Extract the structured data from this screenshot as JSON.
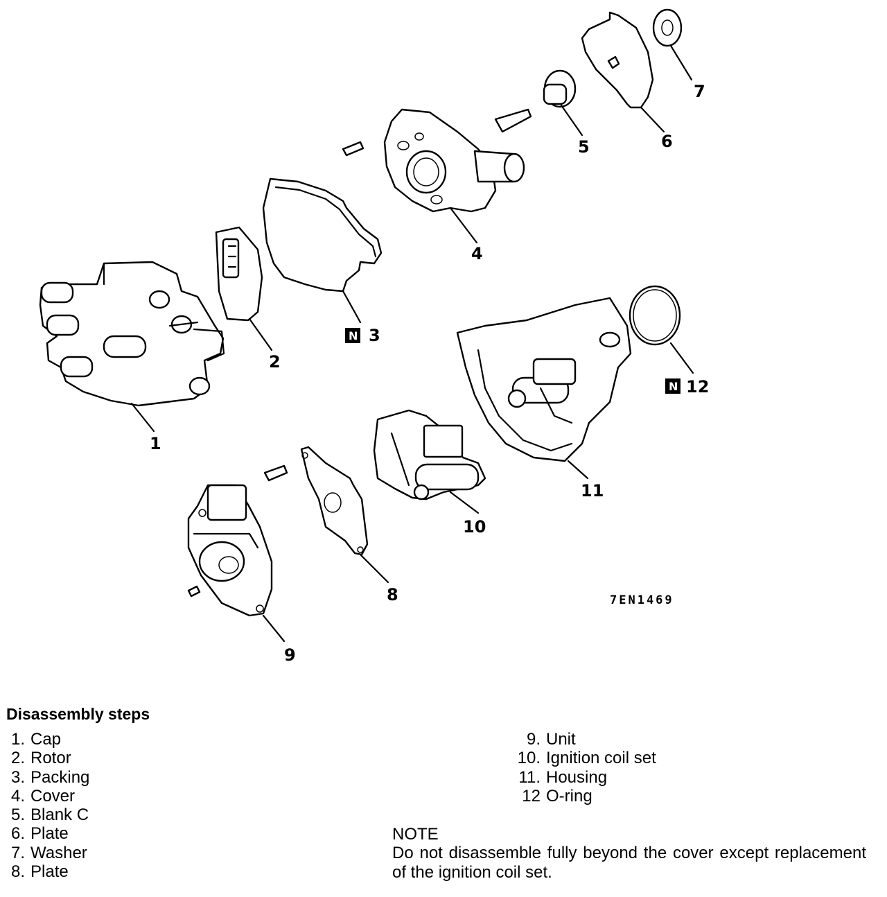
{
  "diagram": {
    "figure_code": "7EN1469",
    "callouts": {
      "c1": "1",
      "c2": "2",
      "c3": "3",
      "c4": "4",
      "c5": "5",
      "c6": "6",
      "c7": "7",
      "c8": "8",
      "c9": "9",
      "c10": "10",
      "c11": "11",
      "c12": "12"
    },
    "new_part_badge": "N"
  },
  "steps": {
    "title": "Disassembly steps",
    "left": [
      {
        "num": "1.",
        "label": "Cap"
      },
      {
        "num": "2.",
        "label": "Rotor"
      },
      {
        "num": "3.",
        "label": "Packing"
      },
      {
        "num": "4.",
        "label": "Cover"
      },
      {
        "num": "5.",
        "label": "Blank C"
      },
      {
        "num": "6.",
        "label": "Plate"
      },
      {
        "num": "7.",
        "label": "Washer"
      },
      {
        "num": "8.",
        "label": "Plate"
      }
    ],
    "right": [
      {
        "num": "9.",
        "label": "Unit"
      },
      {
        "num": "10.",
        "label": "Ignition coil set"
      },
      {
        "num": "11.",
        "label": "Housing"
      },
      {
        "num": "12",
        "label": "O-ring"
      }
    ]
  },
  "note": {
    "title": "NOTE",
    "text": "Do not disassemble fully beyond the cover except replacement of the ignition coil set."
  }
}
